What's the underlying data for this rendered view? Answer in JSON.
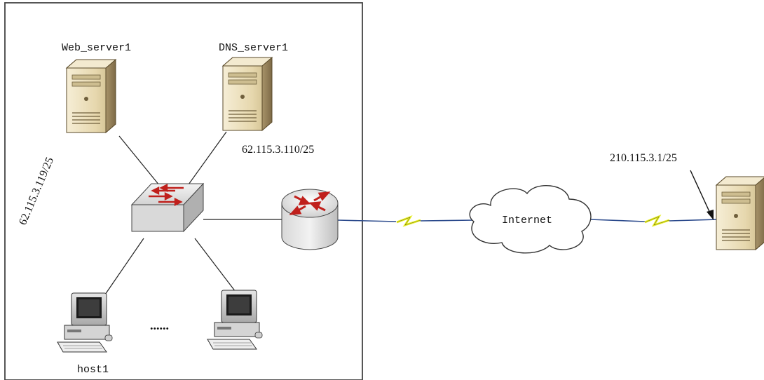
{
  "labels": {
    "web_server": "Web_server1",
    "dns_server": "DNS_server1",
    "web_ip": "62.115.3.119/25",
    "dns_ip": "62.115.3.110/25",
    "remote_ip": "210.115.3.1/25",
    "internet": "Internet",
    "host": "host1",
    "ellipsis": "......"
  },
  "colors": {
    "link": "#2b4a8c",
    "lightning": "#e8ef28",
    "router_arrows": "#c0201c",
    "server_beige": "#e9dcb8"
  },
  "icons": {
    "web_server": "server-tower-icon",
    "dns_server": "server-tower-icon",
    "remote_server": "server-tower-icon",
    "switch": "switch-icon",
    "router": "router-icon",
    "cloud": "cloud-icon",
    "host": "desktop-computer-icon"
  }
}
